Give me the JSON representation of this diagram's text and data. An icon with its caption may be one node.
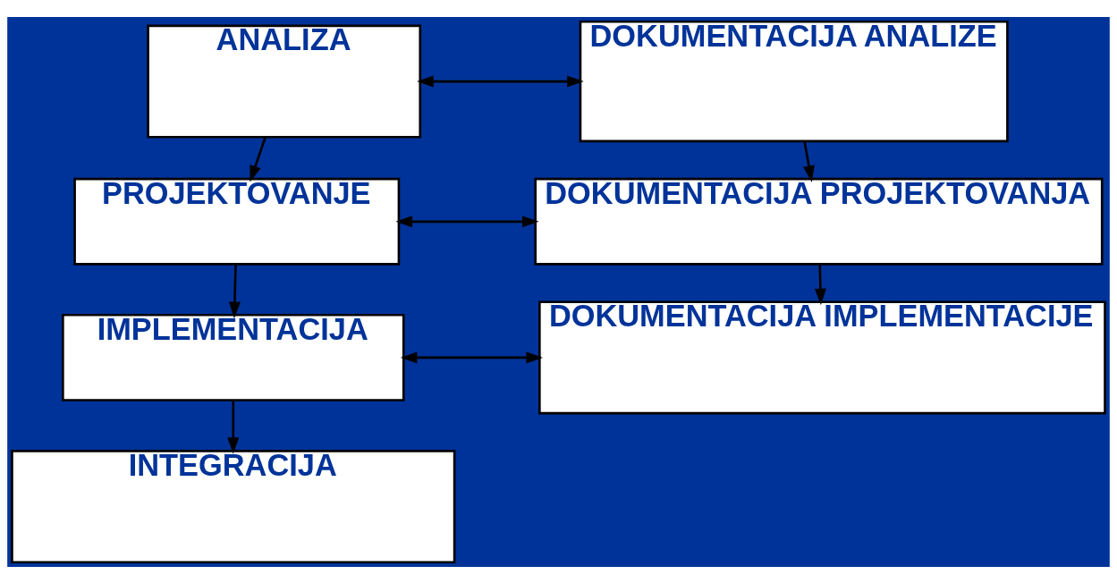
{
  "diagram": {
    "nodes": [
      {
        "text": [
          "ANALIZA"
        ]
      },
      {
        "text": [
          "DOKUMENTACIJA ANALIZE"
        ]
      },
      {
        "text": [
          "PROJEKTOVANJE"
        ]
      },
      {
        "text": [
          "DOKUMENTACIJA PROJEKTOVANJA"
        ]
      },
      {
        "text": [
          "IMPLEMENTACIJA"
        ]
      },
      {
        "text": [
          "DOKUMENTACIJA IMPLEMENTACIJE"
        ]
      },
      {
        "text": [
          "INTEGRACIJA"
        ]
      }
    ],
    "edges": [
      {
        "from": 0,
        "to": 1,
        "arrow": "both"
      },
      {
        "from": 0,
        "to": 2,
        "arrow": "to"
      },
      {
        "from": 1,
        "to": 3,
        "arrow": "to"
      },
      {
        "from": 2,
        "to": 3,
        "arrow": "both"
      },
      {
        "from": 2,
        "to": 4,
        "arrow": "to"
      },
      {
        "from": 3,
        "to": 5,
        "arrow": "to"
      },
      {
        "from": 4,
        "to": 5,
        "arrow": "both"
      },
      {
        "from": 4,
        "to": 6,
        "arrow": "to"
      }
    ]
  }
}
